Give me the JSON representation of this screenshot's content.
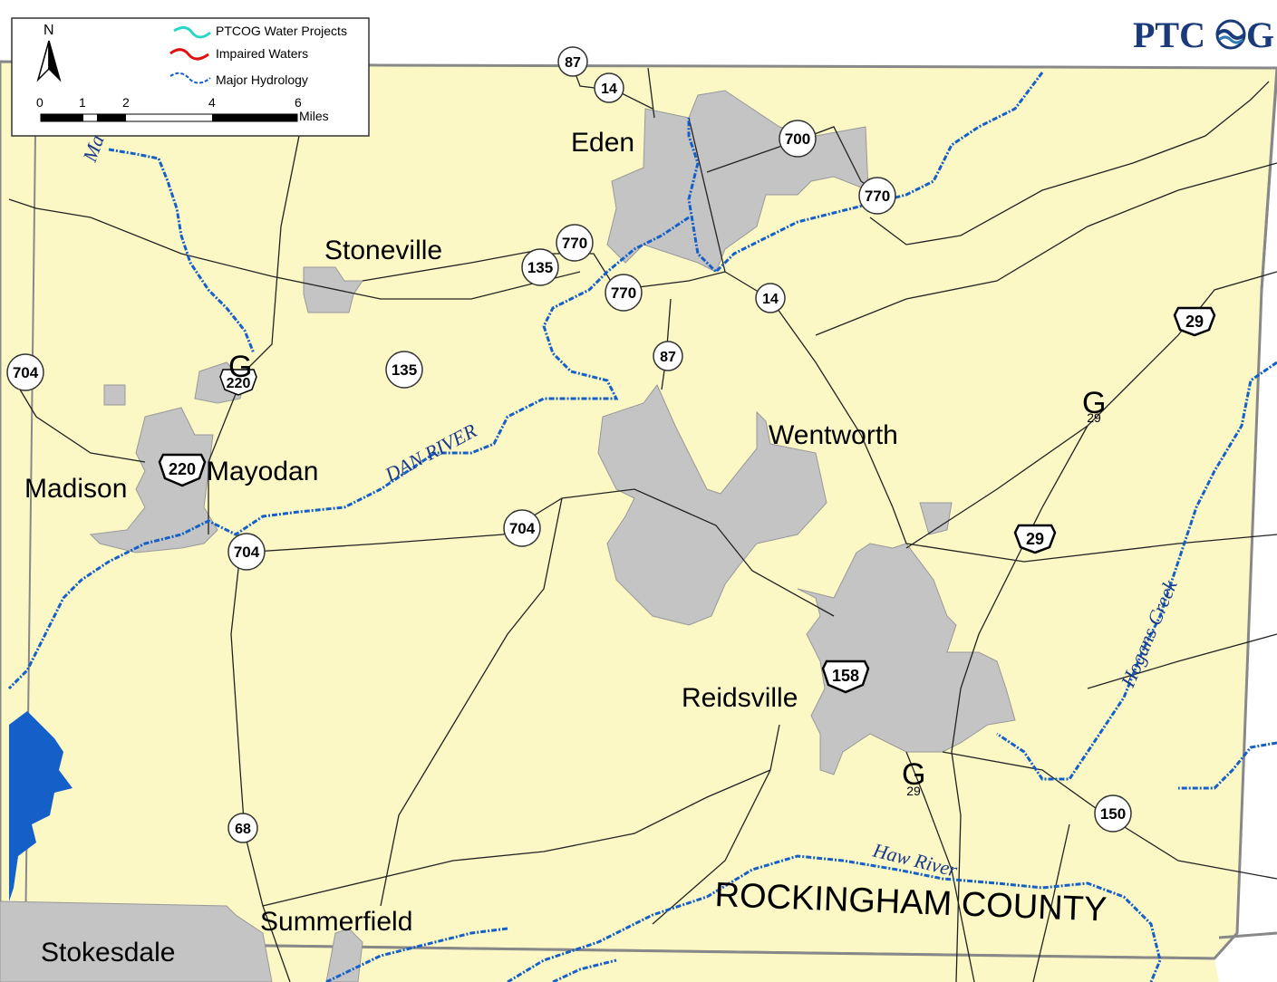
{
  "legend": {
    "north_label": "N",
    "items": [
      {
        "label": "PTCOG Water Projects",
        "color": "#2ad6c6"
      },
      {
        "label": "Impaired Waters",
        "color": "#e01010"
      },
      {
        "label": "Major Hydrology",
        "color": "#1560c8"
      }
    ],
    "scale_ticks": [
      "0",
      "1",
      "2",
      "4",
      "6"
    ],
    "scale_unit": "Miles"
  },
  "logo": {
    "text_left": "PTC",
    "text_right": "G"
  },
  "colors": {
    "county": "#fbf8c6",
    "urban": "#c4c4c4",
    "water": "#1560c8",
    "road": "#222222",
    "border": "#808080"
  },
  "towns": [
    {
      "id": "eden",
      "label": "Eden"
    },
    {
      "id": "stoneville",
      "label": "Stoneville"
    },
    {
      "id": "wentworth",
      "label": "Wentworth"
    },
    {
      "id": "madison",
      "label": "Madison"
    },
    {
      "id": "mayodan",
      "label": "Mayodan"
    },
    {
      "id": "reidsville",
      "label": "Reidsville"
    },
    {
      "id": "summerfield",
      "label": "Summerfield"
    },
    {
      "id": "stokesdale",
      "label": "Stokesdale"
    }
  ],
  "county_label": "ROCKINGHAM COUNTY",
  "rivers": [
    {
      "id": "dan",
      "label": "DAN RIVER"
    },
    {
      "id": "haw",
      "label": "Haw River"
    },
    {
      "id": "hogans",
      "label": "Hogans Creek"
    },
    {
      "id": "mayo",
      "label": "Ma"
    }
  ],
  "state_routes": [
    "87",
    "14",
    "700",
    "770",
    "770",
    "770",
    "135",
    "135",
    "14",
    "87",
    "704",
    "704",
    "704",
    "68",
    "150"
  ],
  "us_routes": [
    "220",
    "220",
    "158",
    "29",
    "29",
    "29",
    "29"
  ],
  "gauge_symbol": "G"
}
